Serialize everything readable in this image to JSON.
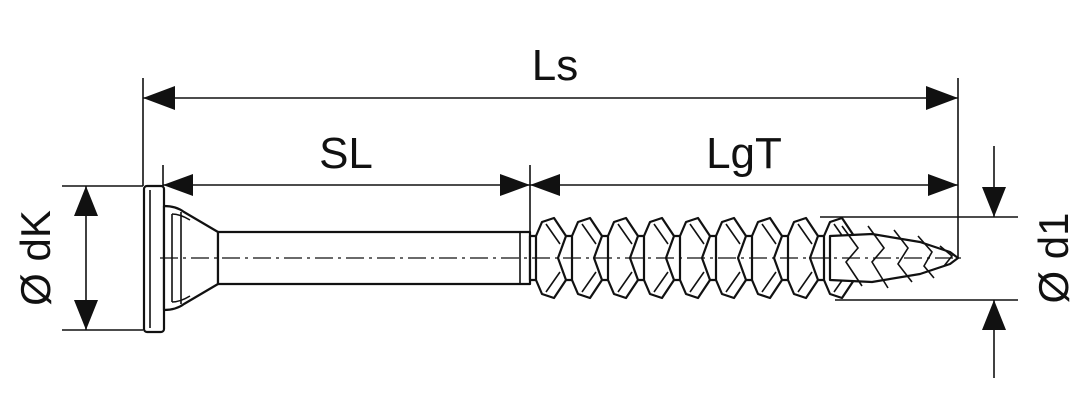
{
  "diagram": {
    "labels": {
      "overall_length": "Ls",
      "shank_length": "SL",
      "thread_length": "LgT",
      "head_diameter": "Ø dK",
      "thread_diameter": "Ø d1"
    }
  },
  "colors": {
    "line": "#111111",
    "background": "#ffffff"
  }
}
